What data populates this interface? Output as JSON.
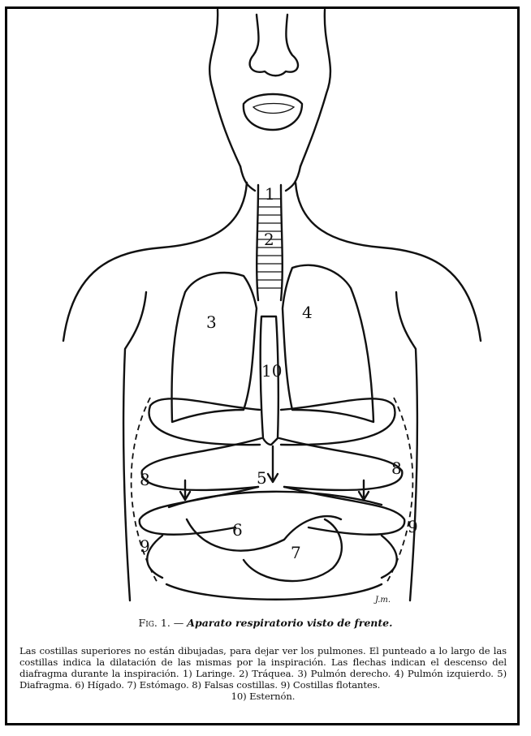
{
  "figure": {
    "labels": {
      "l1": "1",
      "l2": "2",
      "l3": "3",
      "l4": "4",
      "l5": "5",
      "l6": "6",
      "l7": "7",
      "l8a": "8",
      "l8b": "8",
      "l9a": "9",
      "l9b": "9",
      "l10": "10"
    },
    "signature": "J.m."
  },
  "caption": {
    "fig": "Fig. 1. —",
    "title": "Aparato respiratorio visto de frente."
  },
  "description": {
    "body": "Las costillas superiores no están dibujadas, para dejar ver los pulmones. El punteado a lo largo de las costillas indica la dilatación de las mismas por la inspiración. Las flechas indican el descenso del diafragma durante la inspiración. 1) Laringe. 2) Tráquea. 3) Pulmón derecho. 4) Pulmón izquierdo. 5) Diafragma. 6) Hígado. 7) Estómago. 8) Falsas costillas. 9) Costillas flotantes.",
    "last": "10) Esternón."
  }
}
